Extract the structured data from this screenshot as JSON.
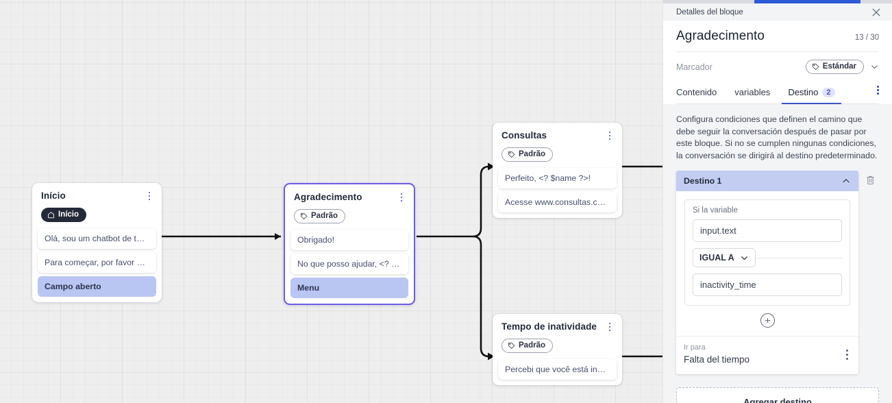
{
  "panel": {
    "header_title": "Detalles del bloque",
    "close_icon": "close-icon",
    "block_title": "Agradecimento",
    "counter": "13 / 30",
    "marker_label": "Marcador",
    "marker_value": "Estándar",
    "tabs": [
      {
        "label": "Contenido",
        "badge": "",
        "active": false
      },
      {
        "label": "variables",
        "badge": "",
        "active": false
      },
      {
        "label": "Destino",
        "badge": "2",
        "active": true
      }
    ],
    "description": "Configura condiciones que definen el camino que debe seguir la conversación después de pasar por este bloque. Si no se cumplen ningunas condiciones, la conversación se dirigirá al destino predeterminado.",
    "destination": {
      "header_label": "Destino 1",
      "collapse_icon": "chevron-up-icon",
      "delete_icon": "trash-icon",
      "condition_label": "Si la variable",
      "variable_value": "input.text",
      "operator_value": "IGUAL A",
      "comparison_value": "inactivity_time",
      "add_condition_icon": "plus-circle-icon",
      "goto_label": "Ir para",
      "goto_value": "Falta del tiempo",
      "goto_menu_icon": "kebab-menu-icon"
    },
    "add_destination_label": "Agregar destino",
    "accent_color": "#3a53c6",
    "scrollbar_color": "#2d5bd7"
  },
  "canvas": {
    "nodes": [
      {
        "id": "inicio",
        "title": "Início",
        "tag": "Início",
        "tag_icon": "home-icon",
        "tag_style": "dark",
        "selected": false,
        "messages": [
          {
            "text": "Olá, sou um chatbot de teste!",
            "highlight": false
          },
          {
            "text": "Para começar, por favor digite o ...",
            "highlight": false
          },
          {
            "text": "Campo aberto",
            "highlight": true
          }
        ]
      },
      {
        "id": "agradecimento",
        "title": "Agradecimento",
        "tag": "Padrão",
        "tag_icon": "tag-icon",
        "tag_style": "outline",
        "selected": true,
        "messages": [
          {
            "text": "Obrigado!",
            "highlight": false
          },
          {
            "text": "No que posso ajudar, <? $name ...",
            "highlight": false
          },
          {
            "text": "Menu",
            "highlight": true
          }
        ]
      },
      {
        "id": "consultas",
        "title": "Consultas",
        "tag": "Padrão",
        "tag_icon": "tag-icon",
        "tag_style": "outline",
        "selected": false,
        "messages": [
          {
            "text": "Perfeito, <? $name ?>!",
            "highlight": false
          },
          {
            "text": "Acesse www.consultas.com par...",
            "highlight": false
          }
        ]
      },
      {
        "id": "inatividade",
        "title": "Tempo de inatividade",
        "tag": "Padrão",
        "tag_icon": "tag-icon",
        "tag_style": "outline",
        "selected": false,
        "messages": [
          {
            "text": "Percebi que você está inativo. C...",
            "highlight": false
          }
        ]
      }
    ]
  }
}
